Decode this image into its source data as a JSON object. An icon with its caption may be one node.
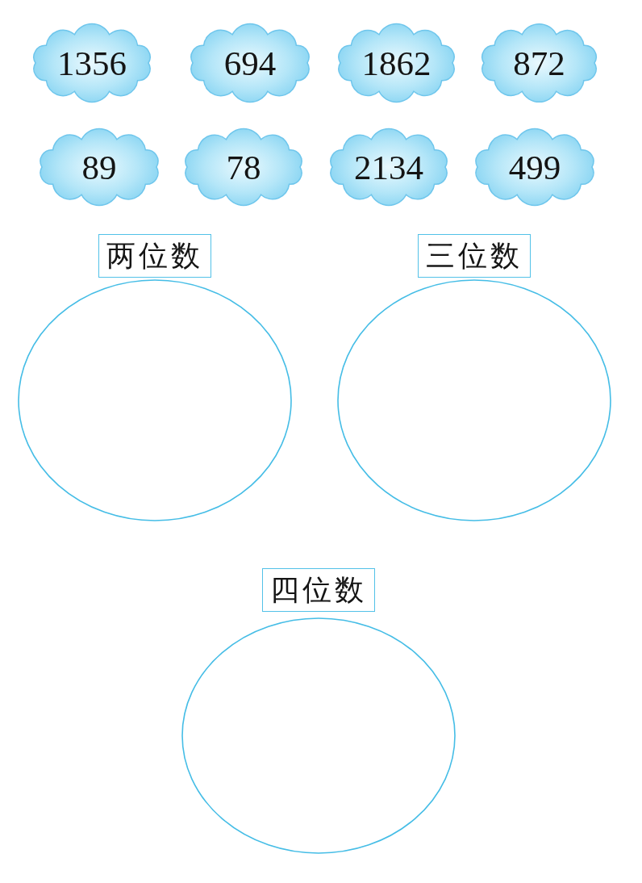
{
  "diagram": {
    "nodes": [
      {
        "text": [
          "1356"
        ]
      },
      {
        "text": [
          "694"
        ]
      },
      {
        "text": [
          "1862"
        ]
      },
      {
        "text": [
          "872"
        ]
      },
      {
        "text": [
          "89"
        ]
      },
      {
        "text": [
          "78"
        ]
      },
      {
        "text": [
          "2134"
        ]
      },
      {
        "text": [
          "499"
        ]
      },
      {
        "text": [
          "两位数"
        ]
      },
      {
        "text": [
          "三位数"
        ]
      },
      {
        "text": [
          "四位数"
        ]
      }
    ]
  }
}
